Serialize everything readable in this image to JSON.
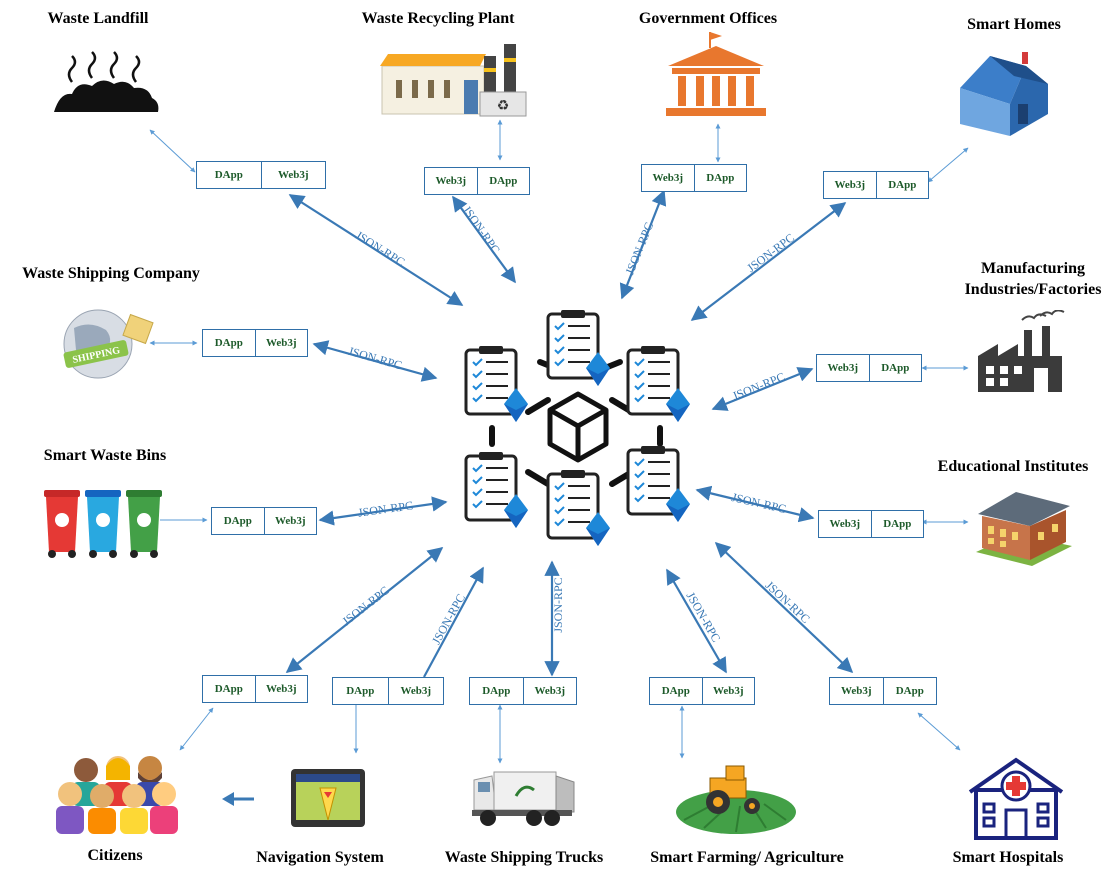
{
  "nodes": {
    "waste_landfill": {
      "title": "Waste Landfill",
      "box": [
        "DApp",
        "Web3j"
      ]
    },
    "recycling_plant": {
      "title": "Waste Recycling Plant",
      "box": [
        "Web3j",
        "DApp"
      ]
    },
    "gov_offices": {
      "title": "Government Offices",
      "box": [
        "Web3j",
        "DApp"
      ]
    },
    "smart_homes": {
      "title": "Smart Homes",
      "box": [
        "Web3j",
        "DApp"
      ]
    },
    "shipping_company": {
      "title": "Waste Shipping Company",
      "box": [
        "DApp",
        "Web3j"
      ],
      "icon_text": "SHIPPING"
    },
    "manufacturing": {
      "title_line1": "Manufacturing",
      "title_line2": "Industries/Factories",
      "box": [
        "Web3j",
        "DApp"
      ]
    },
    "smart_bins": {
      "title": "Smart Waste Bins",
      "box": [
        "DApp",
        "Web3j"
      ]
    },
    "educational": {
      "title": "Educational Institutes",
      "box": [
        "Web3j",
        "DApp"
      ]
    },
    "citizens": {
      "title": "Citizens",
      "box": [
        "DApp",
        "Web3j"
      ]
    },
    "navigation": {
      "title": "Navigation System",
      "box": [
        "DApp",
        "Web3j"
      ]
    },
    "shipping_trucks": {
      "title": "Waste Shipping Trucks",
      "box": [
        "DApp",
        "Web3j"
      ]
    },
    "smart_farming": {
      "title": "Smart Farming/ Agriculture",
      "box": [
        "DApp",
        "Web3j"
      ]
    },
    "smart_hospitals": {
      "title": "Smart Hospitals",
      "box": [
        "Web3j",
        "DApp"
      ]
    }
  },
  "protocol_label": "JSON-RPC",
  "colors": {
    "arrow": "#5b9bd5",
    "box_border": "#2f6fa8",
    "box_text": "#1d5a2a",
    "ethereum": "#1e88d8"
  },
  "icons": [
    "landfill-icon",
    "factory-icon",
    "government-building-icon",
    "house-icon",
    "globe-icon",
    "industry-icon",
    "recycle-bin-icon",
    "school-building-icon",
    "people-icon",
    "gps-device-icon",
    "garbage-truck-icon",
    "tractor-icon",
    "hospital-icon",
    "blockchain-icon"
  ]
}
